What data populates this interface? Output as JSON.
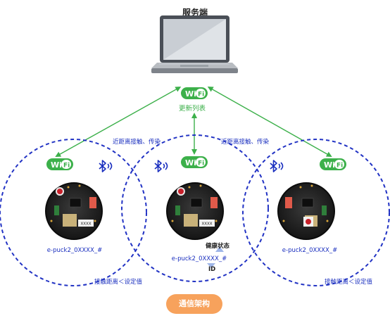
{
  "server": {
    "title": "服务端",
    "icon": "laptop-icon"
  },
  "wifi_badge": {
    "text_wi": "Wi",
    "text_fi": "Fi",
    "icon": "wifi-icon"
  },
  "update_list": "更新列表",
  "contact_infect_left": "近距离接触、传染",
  "contact_infect_right": "近距离接触、传染",
  "robots": [
    {
      "id": "e-puck2_0XXXX_#"
    },
    {
      "id": "e-puck2_0XXXX_#"
    },
    {
      "id": "e-puck2_0XXXX_#"
    }
  ],
  "chip_label": "XXXX",
  "health_state": "健康状态",
  "id_label": "ID",
  "range_left": "接触距离＜设定值",
  "range_right": "接触距离＜设定值",
  "badge": "通信架构",
  "colors": {
    "green": "#3cb04a",
    "blue": "#1a2fbf",
    "orange": "#f7a25c"
  }
}
